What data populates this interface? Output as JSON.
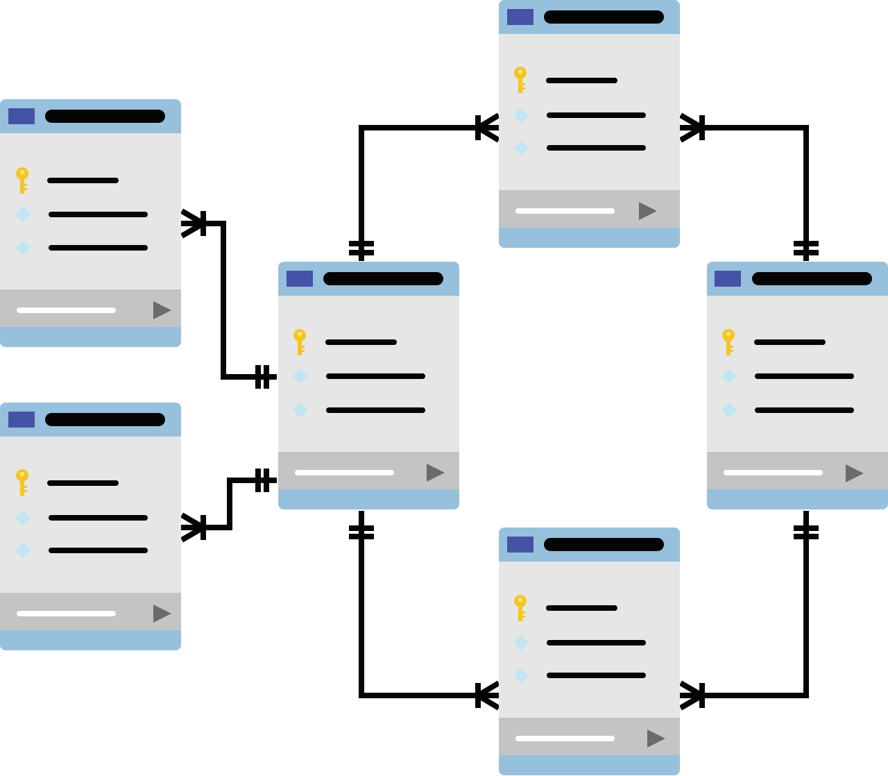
{
  "diagram": {
    "type": "entity-relationship",
    "colors": {
      "header": "#97c0dc",
      "flag": "#4453a6",
      "body": "#e6e6e6",
      "footer": "#c4c4c4",
      "key": "#f3c623",
      "field_diamond": "#c2e6f1",
      "play": "#6b6b6b",
      "line": "#050505"
    },
    "tables": [
      {
        "id": "left-top-table",
        "fields": [
          "primary-key",
          "attribute",
          "attribute"
        ]
      },
      {
        "id": "left-bottom-table",
        "fields": [
          "primary-key",
          "attribute",
          "attribute"
        ]
      },
      {
        "id": "center-table",
        "fields": [
          "primary-key",
          "attribute",
          "attribute"
        ]
      },
      {
        "id": "top-table",
        "fields": [
          "primary-key",
          "attribute",
          "attribute"
        ]
      },
      {
        "id": "right-table",
        "fields": [
          "primary-key",
          "attribute",
          "attribute"
        ]
      },
      {
        "id": "bottom-table",
        "fields": [
          "primary-key",
          "attribute",
          "attribute"
        ]
      }
    ],
    "relationships": [
      {
        "from": "center-table",
        "to": "left-top-table",
        "from_cardinality": "one-and-only-one",
        "to_cardinality": "one-or-many"
      },
      {
        "from": "center-table",
        "to": "left-bottom-table",
        "from_cardinality": "one-and-only-one",
        "to_cardinality": "one-or-many"
      },
      {
        "from": "center-table",
        "to": "top-table",
        "from_cardinality": "one-and-only-one",
        "to_cardinality": "one-or-many"
      },
      {
        "from": "center-table",
        "to": "bottom-table",
        "from_cardinality": "one-and-only-one",
        "to_cardinality": "one-or-many"
      },
      {
        "from": "right-table",
        "to": "top-table",
        "from_cardinality": "one-and-only-one",
        "to_cardinality": "one-or-many"
      },
      {
        "from": "right-table",
        "to": "bottom-table",
        "from_cardinality": "one-and-only-one",
        "to_cardinality": "one-or-many"
      }
    ]
  }
}
